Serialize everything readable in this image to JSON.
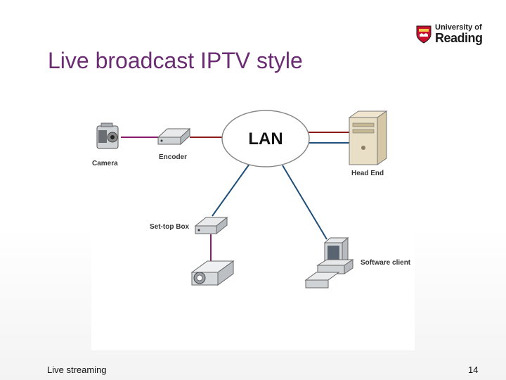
{
  "logo": {
    "line1": "University of",
    "line2": "Reading",
    "shield_color": "#c8102e"
  },
  "slide": {
    "title": "Live broadcast IPTV style",
    "title_color": "#6b2c73"
  },
  "diagram": {
    "center_label": "LAN",
    "nodes": {
      "camera": "Camera",
      "encoder": "Encoder",
      "head_end": "Head End",
      "set_top_box": "Set-top Box",
      "software_client": "Software client"
    },
    "link_colors": {
      "video": "#8a1a6e",
      "network_red": "#8b1a1a",
      "network_blue": "#1f4e79"
    }
  },
  "footer": {
    "left": "Live streaming",
    "page_number": "14"
  }
}
